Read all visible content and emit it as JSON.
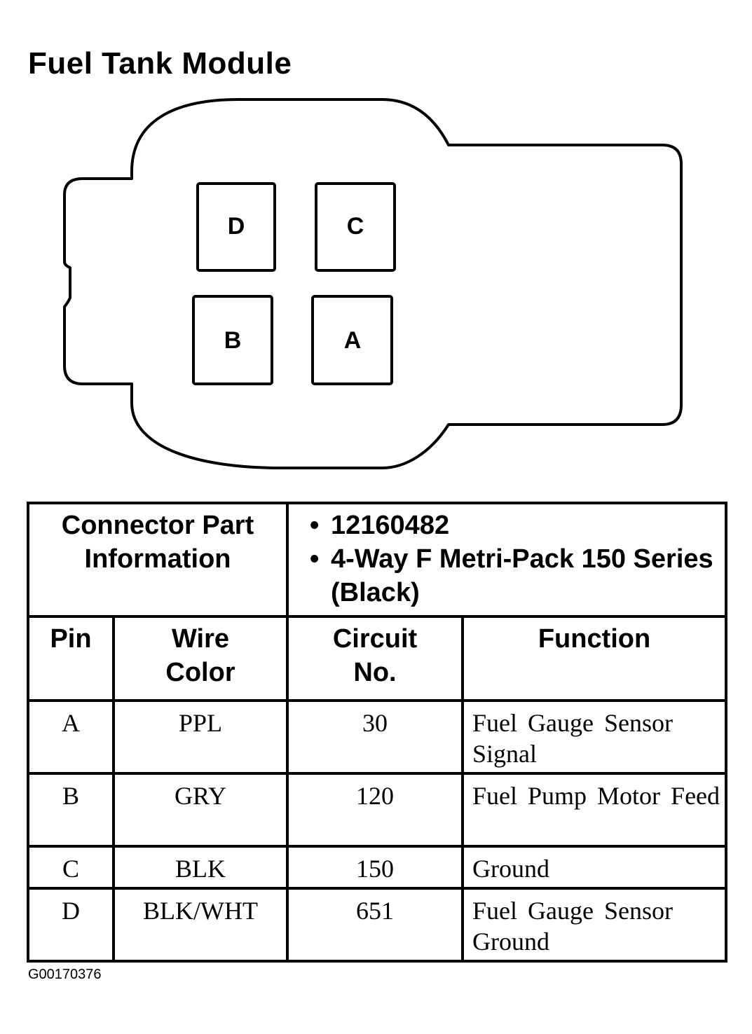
{
  "title": "Fuel Tank Module",
  "connector": {
    "pins": [
      {
        "id": "D",
        "label": "D"
      },
      {
        "id": "C",
        "label": "C"
      },
      {
        "id": "B",
        "label": "B"
      },
      {
        "id": "A",
        "label": "A"
      }
    ]
  },
  "part_info": {
    "label_line1": "Connector Part",
    "label_line2": "Information",
    "items": [
      "12160482",
      "4-Way F Metri-Pack 150 Series (Black)"
    ],
    "bullet": "•"
  },
  "table": {
    "headers": {
      "pin": "Pin",
      "wire_color_line1": "Wire",
      "wire_color_line2": "Color",
      "circuit_line1": "Circuit",
      "circuit_line2": "No.",
      "function": "Function"
    },
    "rows": [
      {
        "pin": "A",
        "wire_color": "PPL",
        "circuit": "30",
        "function": "Fuel Gauge Sensor Signal"
      },
      {
        "pin": "B",
        "wire_color": "GRY",
        "circuit": "120",
        "function": "Fuel Pump Motor Feed"
      },
      {
        "pin": "C",
        "wire_color": "BLK",
        "circuit": "150",
        "function": "Ground"
      },
      {
        "pin": "D",
        "wire_color": "BLK/WHT",
        "circuit": "651",
        "function": "Fuel Gauge Sensor Ground"
      }
    ]
  },
  "footer_code": "G00170376"
}
